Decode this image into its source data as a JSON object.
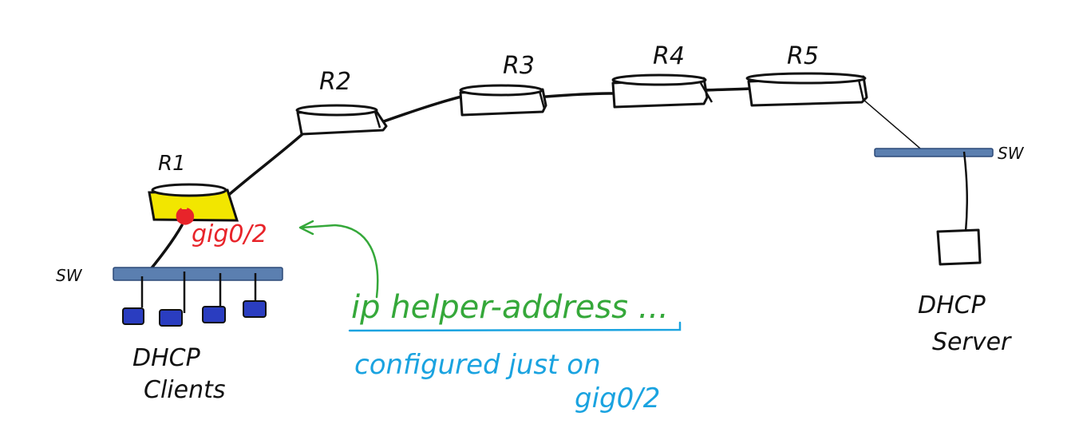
{
  "colors": {
    "ink": "#111111",
    "highlight_router": "#f2e600",
    "switch_bar": "#5b7fb0",
    "client_box": "#2a3dc0",
    "interface_text": "#e8242a",
    "command_text": "#35a83a",
    "note_text": "#1aa3e0"
  },
  "routers": {
    "r1": "R1",
    "r2": "R2",
    "r3": "R3",
    "r4": "R4",
    "r5": "R5"
  },
  "switches": {
    "left": "SW",
    "right": "SW"
  },
  "labels": {
    "interface": "gig0/2",
    "command": "ip helper-address ...",
    "note_line1": "configured just on",
    "note_line2": "gig0/2",
    "clients_line1": "DHCP",
    "clients_line2": "Clients",
    "server_line1": "DHCP",
    "server_line2": "Server"
  }
}
